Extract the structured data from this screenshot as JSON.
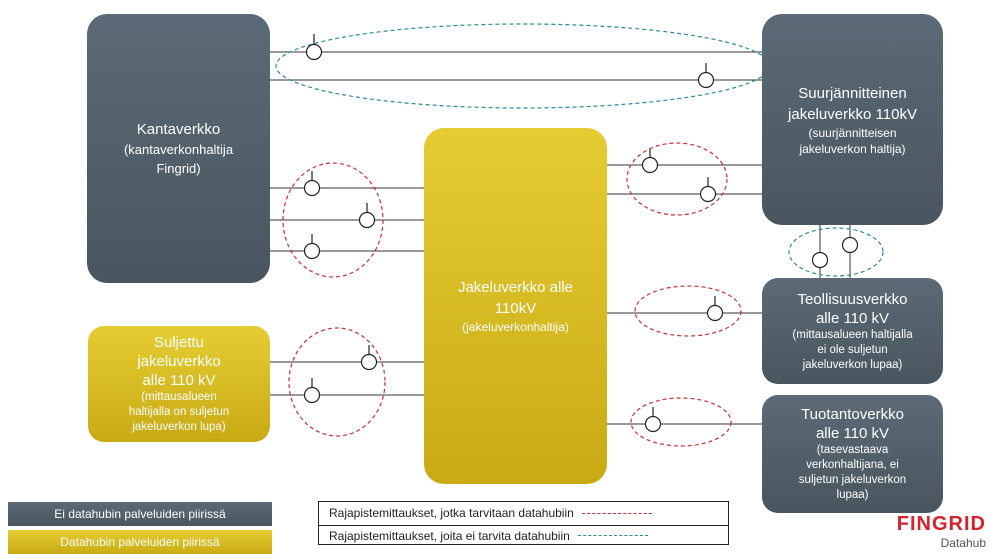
{
  "nodes": {
    "kantaverkko": {
      "main": "Kantaverkko",
      "sub": "(kantaverkonhaltija\nFingrid)"
    },
    "suurjannite": {
      "main": "Suurjännitteinen\njakeluverkko 110kV",
      "sub": "(suurjännitteisen\njakeluverkon haltija)"
    },
    "jakeluverkko": {
      "main": "Jakeluverkko alle\n110kV",
      "sub": "(jakeluverkonhaltija)"
    },
    "suljettu": {
      "main": "Suljettu\njakeluverkko\nalle 110 kV",
      "sub": "(mittausalueen\nhaltijalla on suljetun\njakeluverkon lupa)"
    },
    "teollisuus": {
      "main": "Teollisuusverkko\nalle 110 kV",
      "sub": "(mittausalueen haltijalla\nei ole suljetun\njakeluverkon lupaa)"
    },
    "tuotanto": {
      "main": "Tuotantoverkko\nalle 110 kV",
      "sub": "(tasevastaava\nverkonhaltijana, ei\nsuljetun jakeluverkon\nlupaa)"
    }
  },
  "legend": {
    "gray_label": "Ei datahubin palveluiden piirissä",
    "gold_label": "Datahubin palveluiden piirissä",
    "red_label": "Rajapistemittaukset, jotka tarvitaan datahubiin",
    "blue_label": "Rajapistemittaukset, joita ei tarvita datahubiin"
  },
  "colors": {
    "gray": "#4f5d68",
    "gold": "#d6bb1e",
    "red_dash": "#c8303a",
    "blue_dash": "#2e8a98",
    "brand_red": "#d4232e"
  },
  "brand": {
    "name": "FINGRID",
    "sub": "Datahub"
  }
}
